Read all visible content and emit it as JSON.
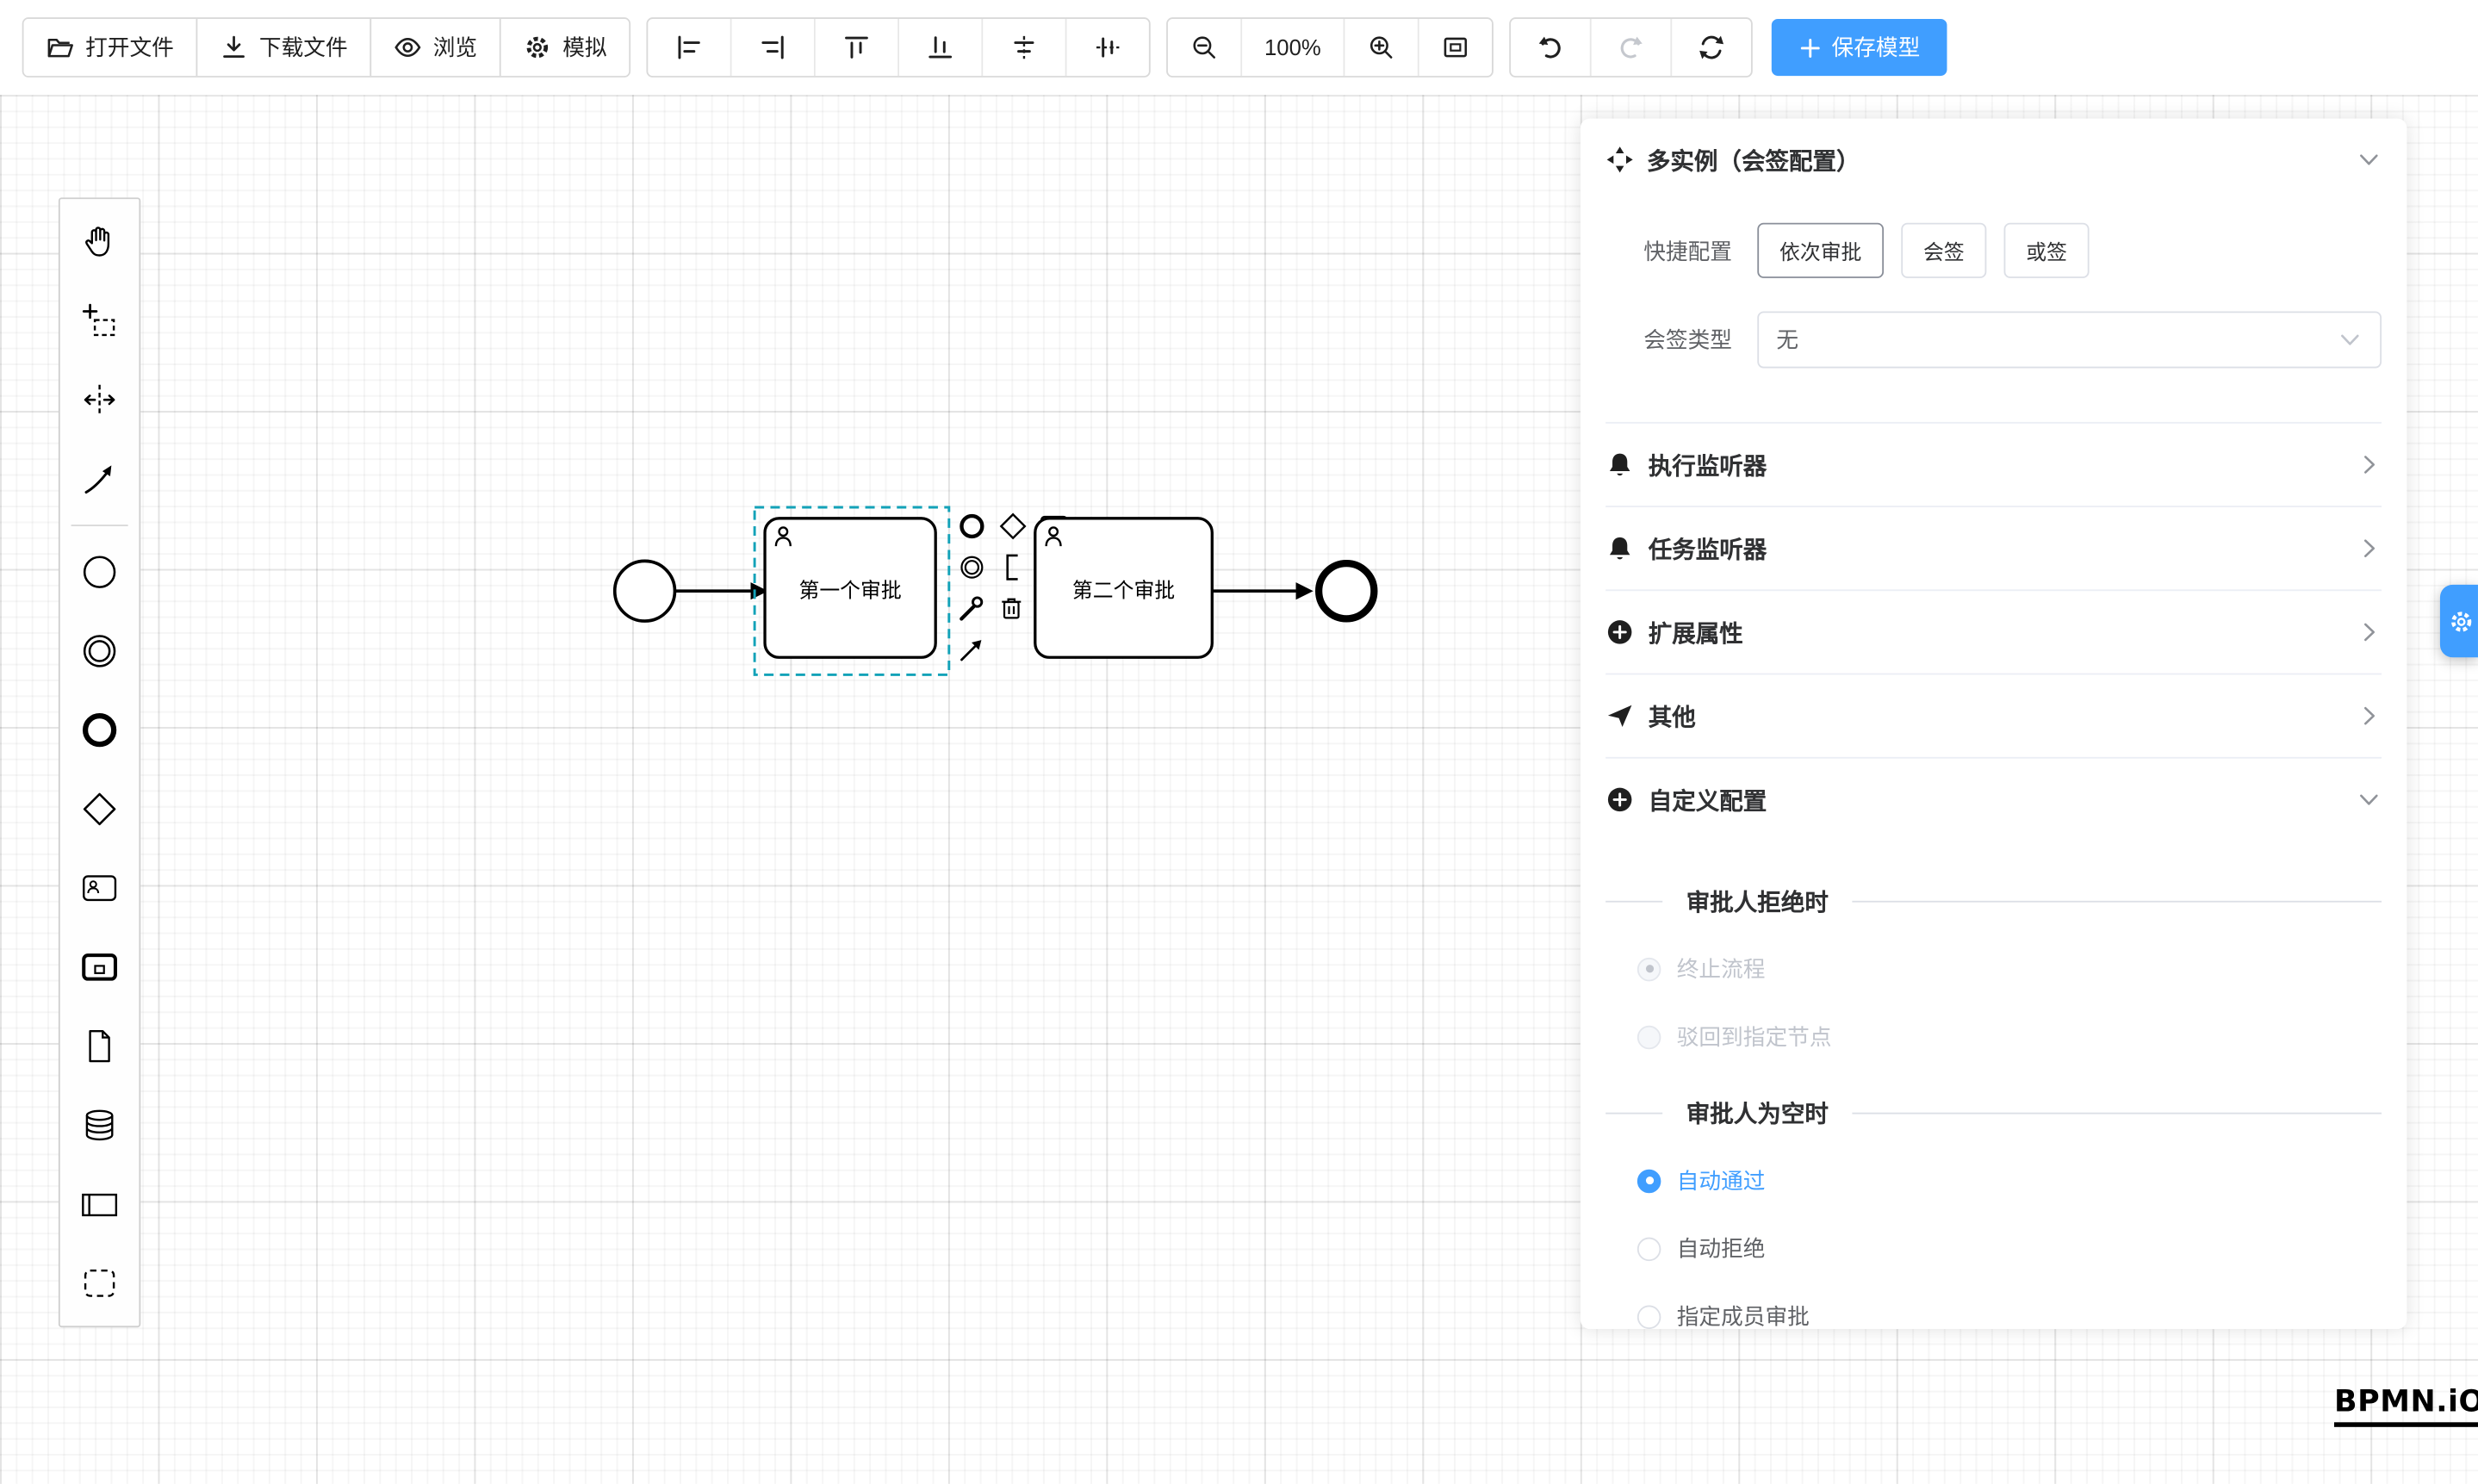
{
  "colors": {
    "primary": "#409EFF",
    "selection": "#13A2B8",
    "text": "#303133",
    "secondary_text": "#606266",
    "disabled_text": "#C0C4CC",
    "border": "#DCDFE6"
  },
  "toolbar": {
    "open_file": "打开文件",
    "download_file": "下载文件",
    "preview": "浏览",
    "simulate": "模拟",
    "align_icons": [
      "align-left",
      "align-right",
      "align-top",
      "align-bottom",
      "align-center-horizontal",
      "align-middle-vertical"
    ],
    "zoom_level": "100%",
    "save_model": "保存模型"
  },
  "palette": {
    "items": [
      "hand-tool",
      "lasso-tool",
      "space-tool",
      "global-connect-tool",
      "start-event",
      "intermediate-event",
      "end-event",
      "gateway",
      "user-task",
      "call-activity",
      "data-object",
      "data-store",
      "participant-pool",
      "group"
    ]
  },
  "diagram": {
    "task1_label": "第一个审批",
    "task2_label": "第二个审批"
  },
  "panel": {
    "title": "多实例（会签配置）",
    "quick_config_label": "快捷配置",
    "quick_options": [
      "依次审批",
      "会签",
      "或签"
    ],
    "sign_type_label": "会签类型",
    "sign_type_value": "无",
    "sections": [
      {
        "title": "执行监听器",
        "icon": "bell-icon"
      },
      {
        "title": "任务监听器",
        "icon": "bell-icon"
      },
      {
        "title": "扩展属性",
        "icon": "plus-circle-icon"
      },
      {
        "title": "其他",
        "icon": "send-icon"
      },
      {
        "title": "自定义配置",
        "icon": "plus-circle-icon"
      }
    ],
    "reject_divider": "审批人拒绝时",
    "reject_options": [
      {
        "label": "终止流程",
        "checked": true,
        "disabled": true
      },
      {
        "label": "驳回到指定节点",
        "checked": false,
        "disabled": true
      }
    ],
    "empty_divider": "审批人为空时",
    "empty_options": [
      {
        "label": "自动通过",
        "checked": true,
        "disabled": false
      },
      {
        "label": "自动拒绝",
        "checked": false,
        "disabled": false
      },
      {
        "label": "指定成员审批",
        "checked": false,
        "disabled": false
      }
    ]
  },
  "watermark": "BPMN.iO"
}
